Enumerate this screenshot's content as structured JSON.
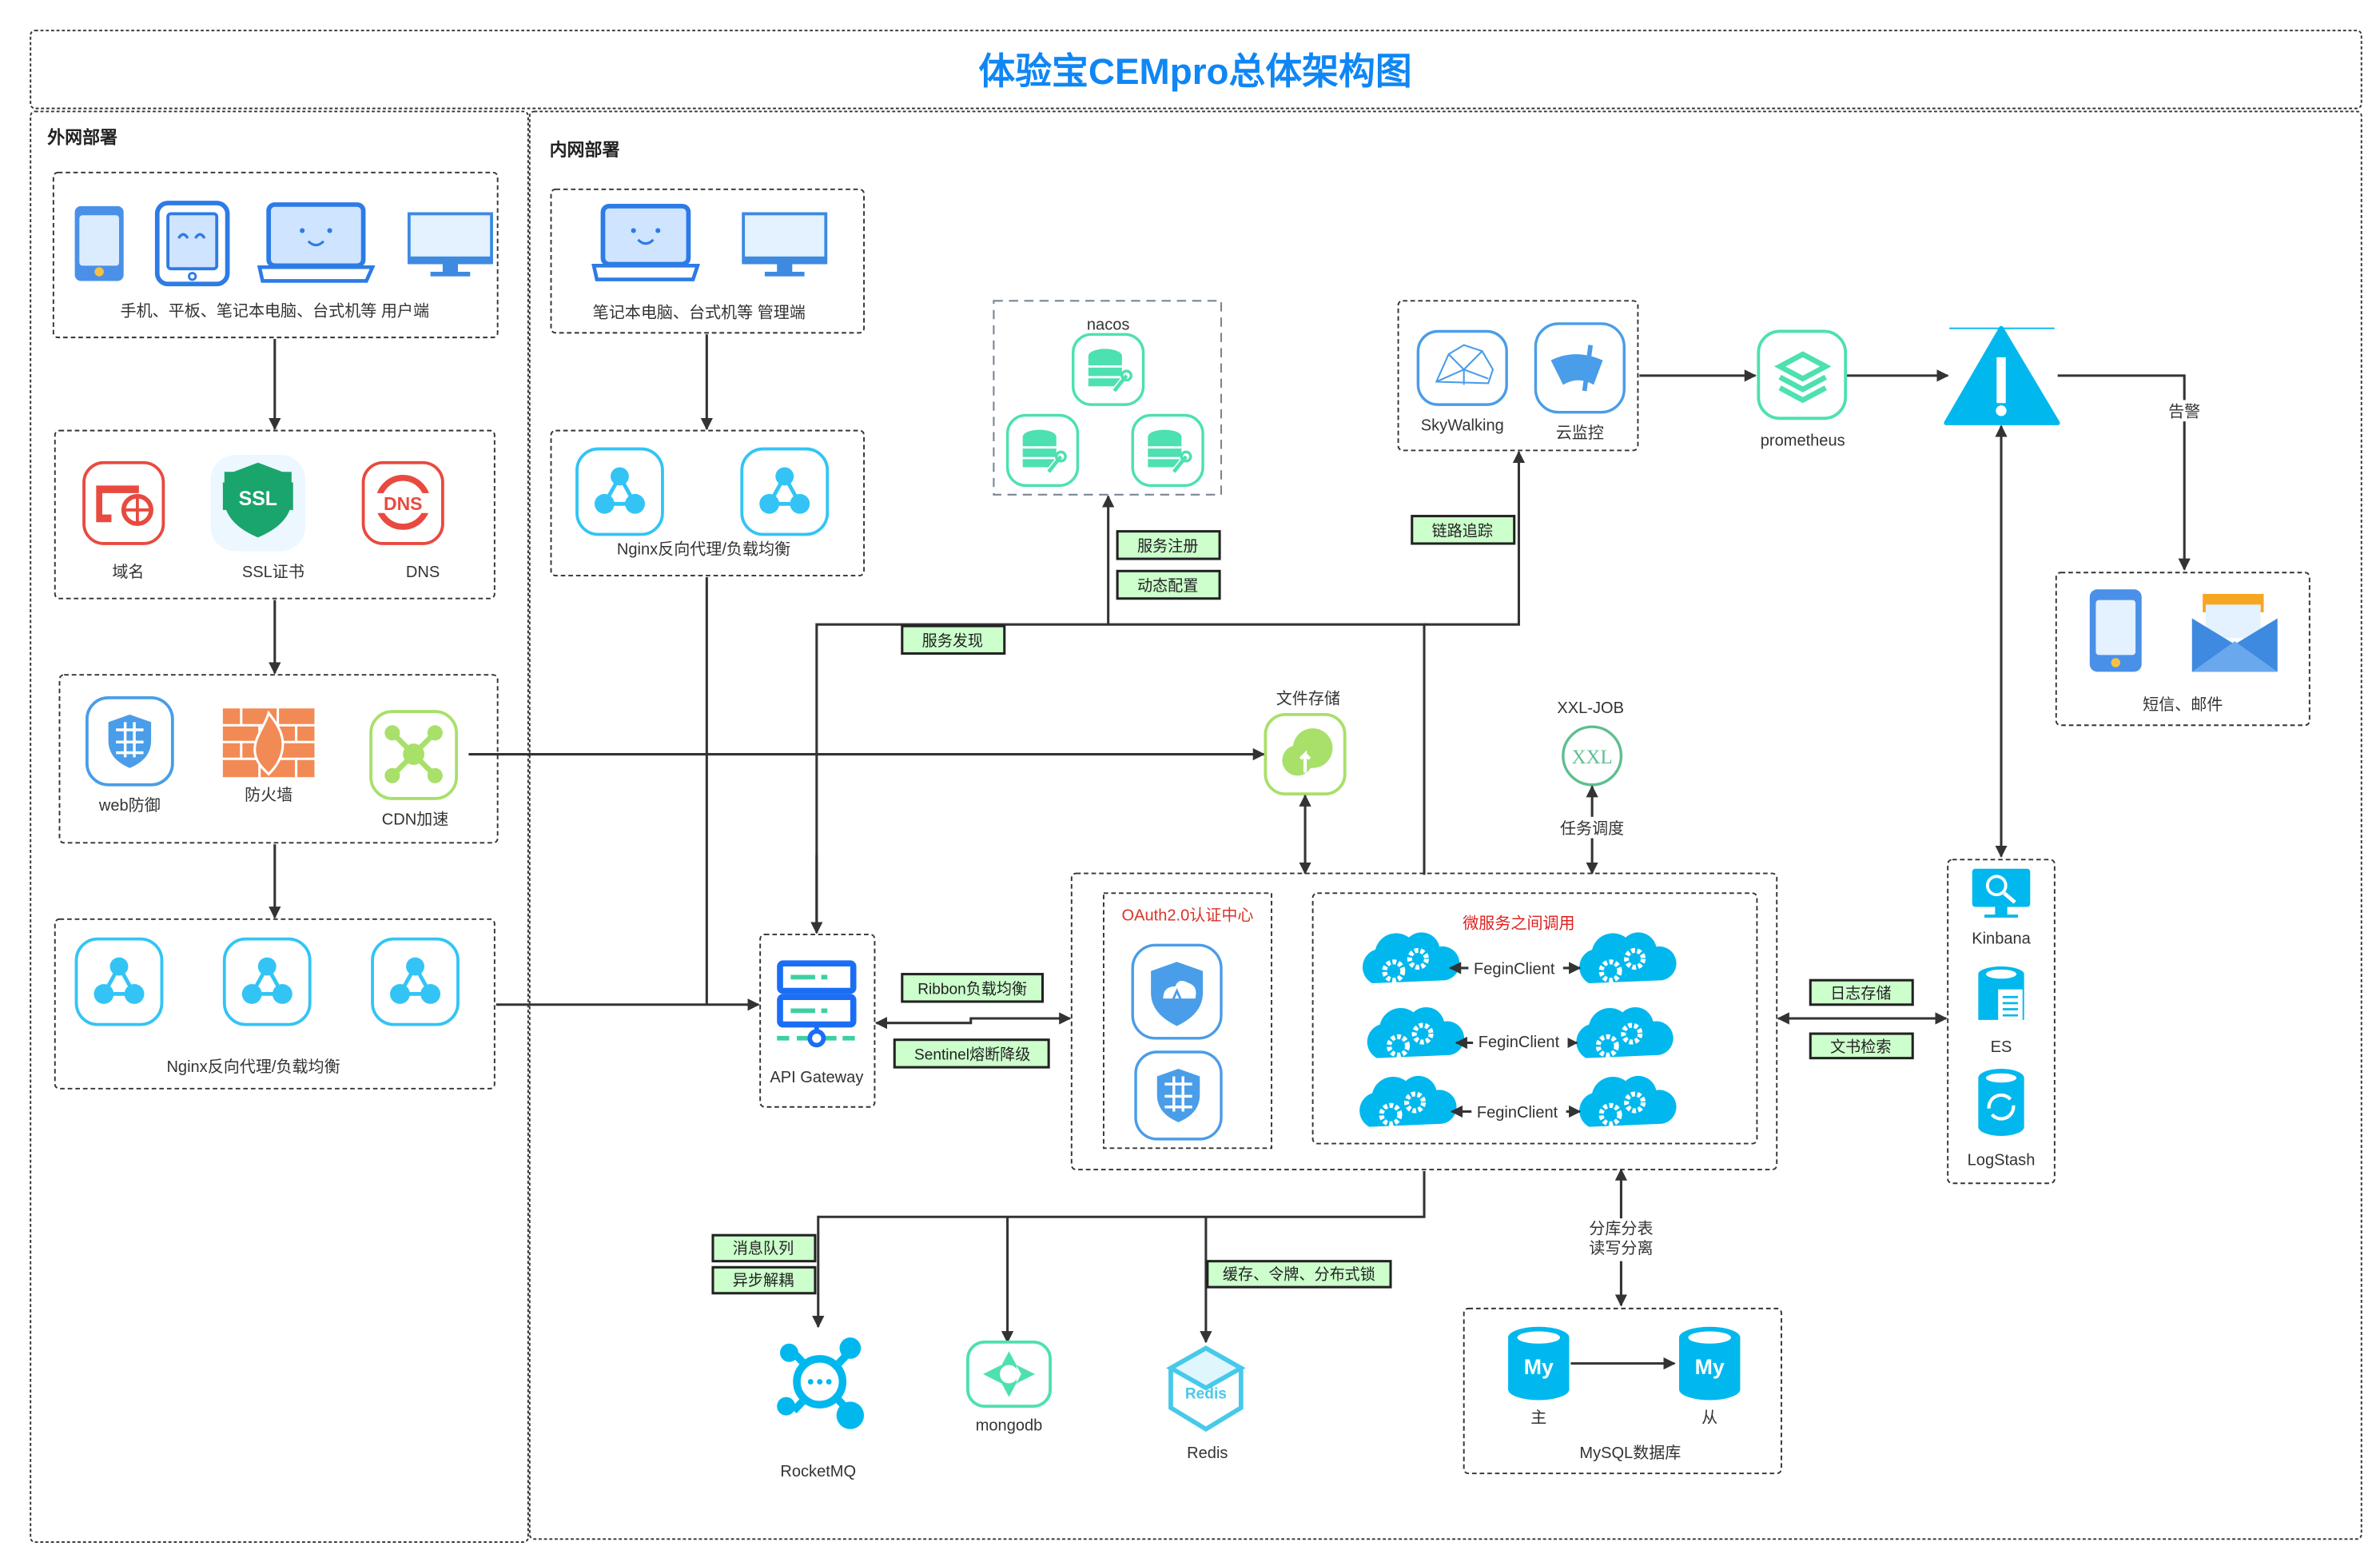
{
  "title": "体验宝CEMpro总体架构图",
  "zones": {
    "external": "外网部署",
    "internal": "内网部署"
  },
  "external": {
    "clients_label": "手机、平板、笔记本电脑、台式机等 用户端",
    "client_icons": [
      "phone-icon",
      "tablet-icon",
      "laptop-icon",
      "desktop-icon"
    ],
    "access": [
      {
        "label": "域名",
        "icon": "domain-icon"
      },
      {
        "label": "SSL证书",
        "icon": "ssl-certificate-icon"
      },
      {
        "label": "DNS",
        "icon": "dns-icon"
      }
    ],
    "security": [
      {
        "label": "web防御",
        "icon": "web-defense-icon"
      },
      {
        "label": "防火墙",
        "icon": "firewall-icon"
      },
      {
        "label": "CDN加速",
        "icon": "cdn-icon"
      }
    ],
    "nginx_label": "Nginx反向代理/负载均衡"
  },
  "internal": {
    "admin_label": "笔记本电脑、台式机等 管理端",
    "nginx_label": "Nginx反向代理/负载均衡",
    "nacos_label": "nacos",
    "skywalking_label": "SkyWalking",
    "cloud_monitor_label": "云监控",
    "prometheus_label": "prometheus",
    "alert_label": "告警",
    "notify_label": "短信、邮件",
    "file_storage_label": "文件存储",
    "xxljob_label": "XXL-JOB",
    "xxl_logo_text": "XXL",
    "task_schedule_label": "任务调度",
    "api_gateway_label": "API Gateway",
    "oauth_label": "OAuth2.0认证中心",
    "microservice_label": "微服务之间调用",
    "feign_label": "FeginClient",
    "kibana_label": "Kinbana",
    "es_label": "ES",
    "logstash_label": "LogStash",
    "rocketmq_label": "RocketMQ",
    "mongodb_label": "mongodb",
    "redis_label": "Redis",
    "redis_logo_text": "Redis",
    "mysql_label": "MySQL数据库",
    "mysql_master": "主",
    "mysql_slave": "从",
    "mysql_logo_text": "My",
    "sharding_line1": "分库分表",
    "sharding_line2": "读写分离"
  },
  "tags": {
    "service_register": "服务注册",
    "dynamic_config": "动态配置",
    "service_discovery": "服务发现",
    "trace": "链路追踪",
    "ribbon": "Ribbon负载均衡",
    "sentinel": "Sentinel熔断降级",
    "log_storage": "日志存储",
    "doc_search": "文书检索",
    "message_queue": "消息队列",
    "async_decouple": "异步解耦",
    "cache": "缓存、令牌、分布式锁"
  },
  "colors": {
    "title": "#0f86f5",
    "tag_fill": "#ccffcc",
    "cyan": "#00b8ee",
    "blue": "#2d7be5",
    "green": "#4de0b0",
    "red": "#e84a40",
    "lime": "#a8e06a",
    "orange": "#f28a55",
    "oauth_text": "#d9342b",
    "micro_text": "#e02020"
  }
}
